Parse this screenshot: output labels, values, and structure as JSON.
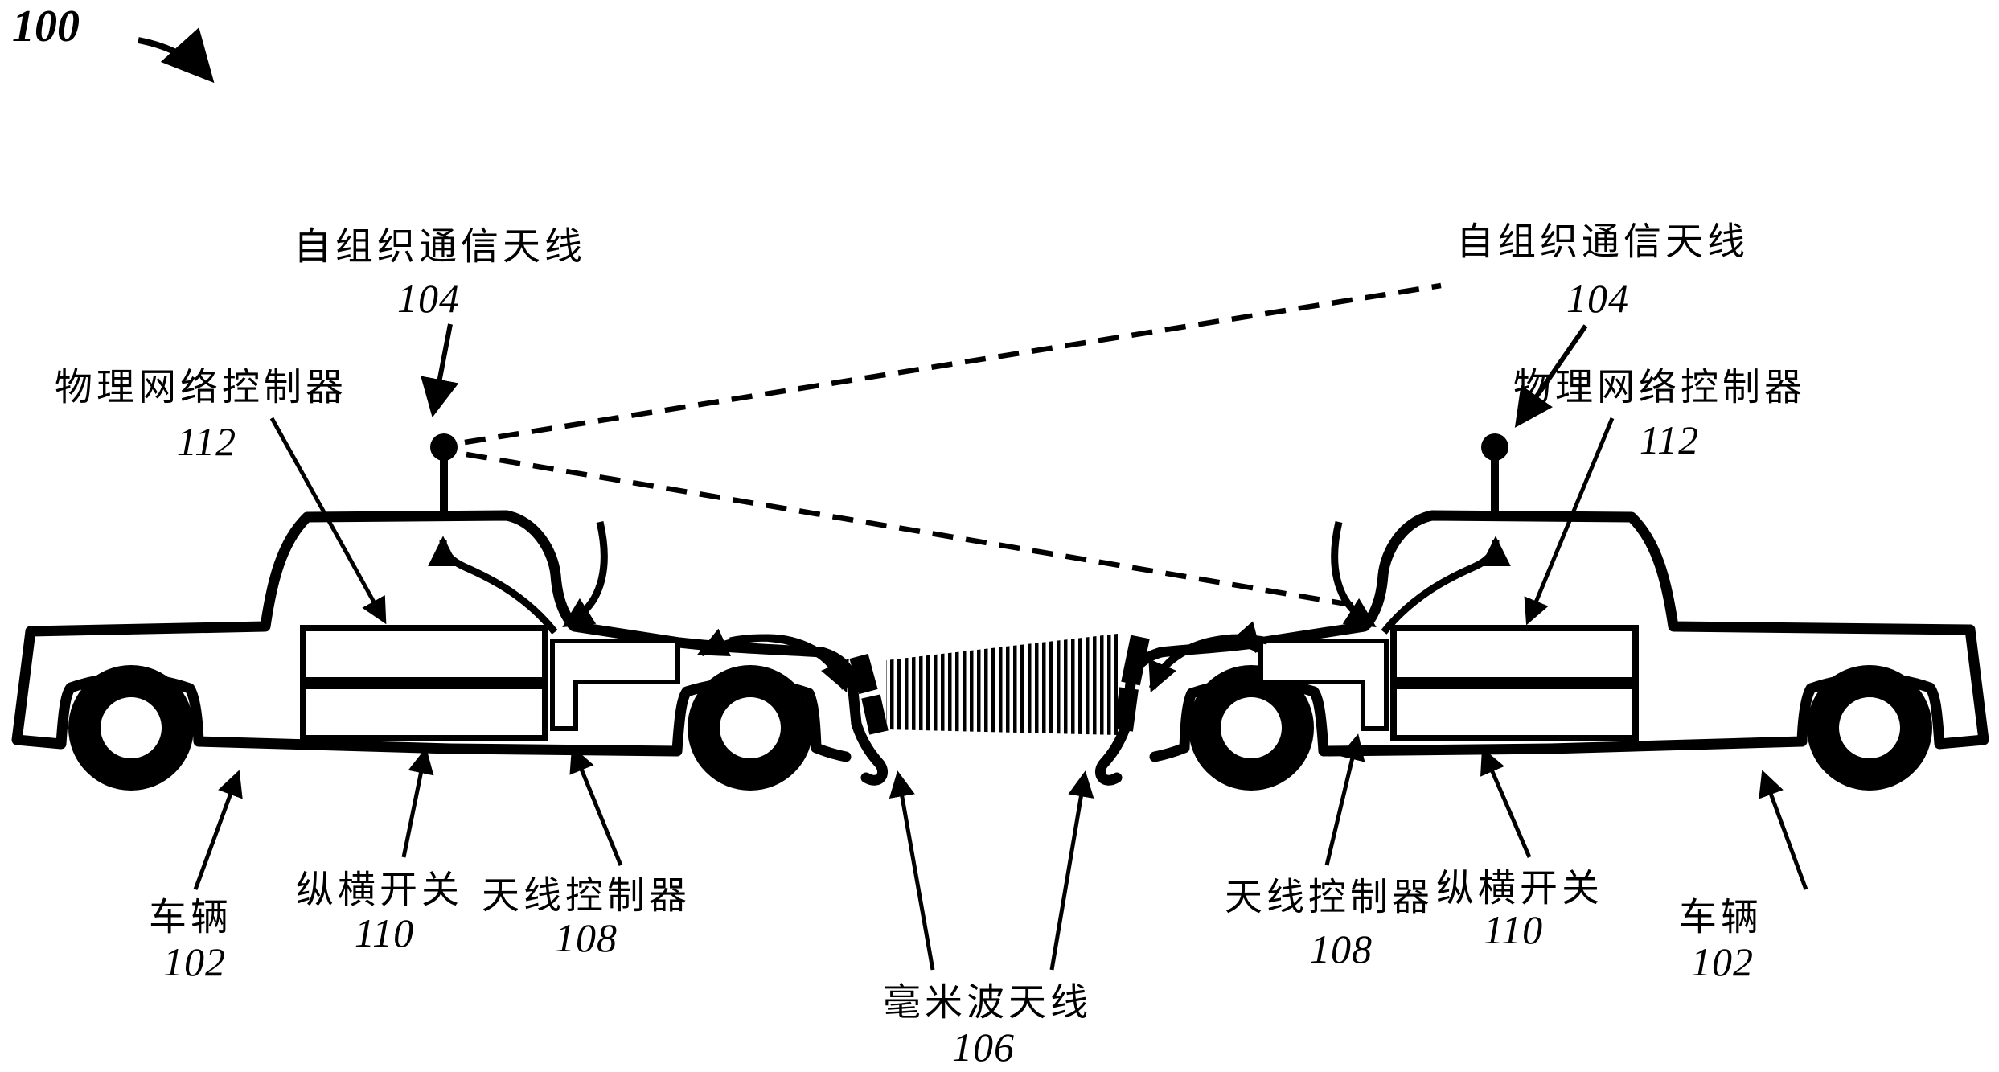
{
  "figure": {
    "reference_number": "100",
    "colors": {
      "ink": "#000000",
      "background": "#ffffff"
    },
    "labels": {
      "adhoc_antenna_left": {
        "name": "自组织通信天线",
        "ref": "104"
      },
      "adhoc_antenna_right": {
        "name": "自组织通信天线",
        "ref": "104"
      },
      "network_controller_left": {
        "name": "物理网络控制器",
        "ref": "112"
      },
      "network_controller_right": {
        "name": "物理网络控制器",
        "ref": "112"
      },
      "vehicle_left": {
        "name": "车辆",
        "ref": "102"
      },
      "vehicle_right": {
        "name": "车辆",
        "ref": "102"
      },
      "crossbar_switch_left": {
        "name": "纵横开关",
        "ref": "110"
      },
      "crossbar_switch_right": {
        "name": "纵横开关",
        "ref": "110"
      },
      "antenna_controller_left": {
        "name": "天线控制器",
        "ref": "108"
      },
      "antenna_controller_right": {
        "name": "天线控制器",
        "ref": "108"
      },
      "mmwave_antenna": {
        "name": "毫米波天线",
        "ref": "106"
      }
    }
  }
}
